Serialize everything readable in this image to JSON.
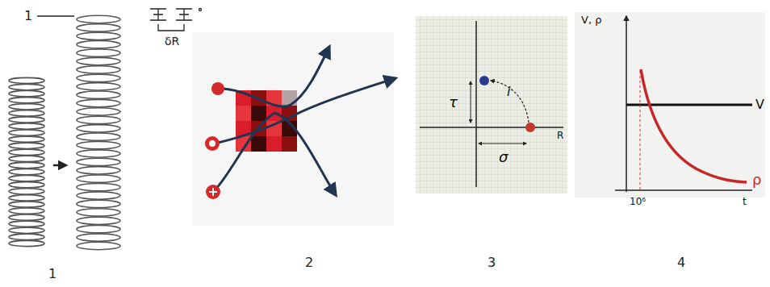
{
  "diagram": {
    "labels": [
      "1",
      "δR",
      "1",
      "2",
      "3",
      "4",
      "τ",
      "i",
      "σ",
      "R",
      "V, ρ",
      "V",
      "ρ",
      "10⁶",
      "t"
    ]
  }
}
